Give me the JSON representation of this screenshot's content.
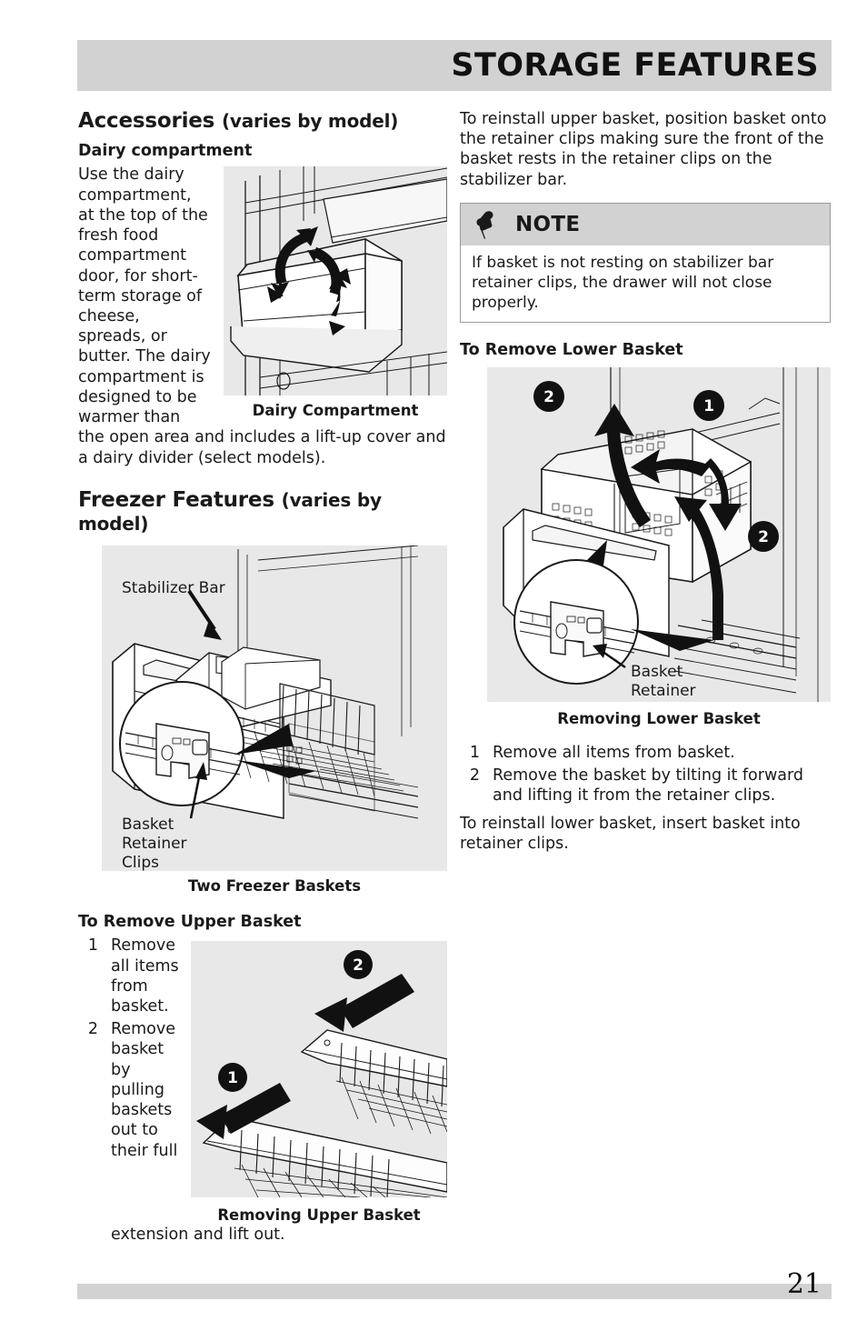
{
  "header": {
    "title": "STORAGE FEATURES"
  },
  "left_column": {
    "accessories": {
      "heading_main": "Accessories ",
      "heading_sub": "(varies by model)",
      "dairy": {
        "subheading": "Dairy compartment",
        "body": "Use the dairy compartment, at the top of the fresh food compartment door, for short-term storage of cheese, spreads, or butter. The dairy compartment is designed to be warmer than the open area and includes a lift-up cover and a dairy divider (select models).",
        "figure_caption": "Dairy Compartment"
      }
    },
    "freezer": {
      "heading_main": "Freezer Features ",
      "heading_sub": "(varies by model)",
      "figure_caption": "Two Freezer Baskets",
      "figure_labels": {
        "stabilizer_bar": "Stabilizer Bar",
        "retainer_line1": "Basket",
        "retainer_line2": "Retainer",
        "retainer_line3": "Clips"
      }
    },
    "upper_basket": {
      "heading": "To Remove Upper Basket",
      "steps": [
        {
          "num": "1",
          "text": "Remove all items from basket."
        },
        {
          "num": "2",
          "text": "Remove basket by pulling baskets out to their full extension and lift out."
        }
      ],
      "figure_caption": "Removing Upper Basket",
      "badges": [
        "1",
        "2"
      ]
    }
  },
  "right_column": {
    "reinstall_upper": "To reinstall upper basket, position basket onto the retainer clips making sure the front of the basket rests in the retainer clips on the stabilizer bar.",
    "note": {
      "icon": "pushpin-icon",
      "label": "NOTE",
      "body": "If basket is not resting on stabilizer bar retainer clips, the drawer will not close properly."
    },
    "lower_basket": {
      "heading": "To Remove Lower Basket",
      "figure_caption": "Removing Lower Basket",
      "figure_labels": {
        "retainer_line1": "Basket",
        "retainer_line2": "Retainer"
      },
      "badges": [
        "2",
        "1",
        "2"
      ],
      "steps": [
        {
          "num": "1",
          "text": "Remove all items from basket."
        },
        {
          "num": "2",
          "text": "Remove the basket by tilting it forward and lifting it from the retainer clips."
        }
      ],
      "reinstall": "To reinstall lower basket, insert basket into retainer clips."
    }
  },
  "footer": {
    "page_number": "21"
  },
  "colors": {
    "band_gray": "#d2d2d2",
    "figure_bg": "#e8e8e8",
    "ink": "#1a1a1a"
  }
}
